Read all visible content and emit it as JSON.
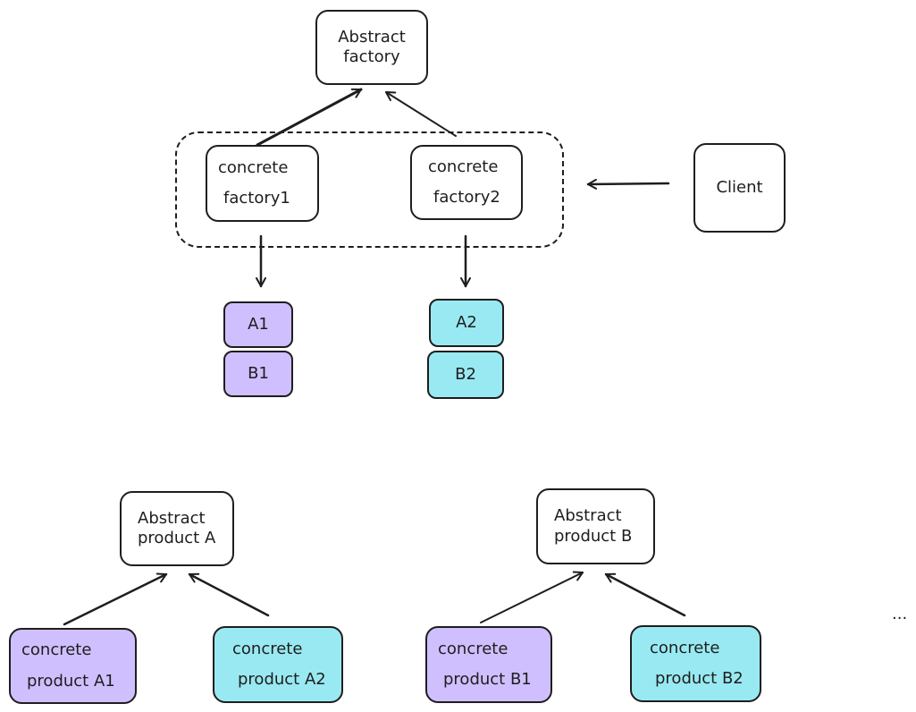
{
  "diagram": {
    "abstract_factory": [
      "Abstract",
      "factory"
    ],
    "factory_group": "",
    "concrete_factory1": [
      "concrete",
      "factory1"
    ],
    "concrete_factory2": [
      "concrete",
      "factory2"
    ],
    "client": "Client",
    "product_a1": "A1",
    "product_b1": "B1",
    "product_a2": "A2",
    "product_b2": "B2",
    "abstract_product_a": [
      "Abstract",
      "product A"
    ],
    "abstract_product_b": [
      "Abstract",
      "product B"
    ],
    "concrete_product_a1": [
      "concrete",
      "product A1"
    ],
    "concrete_product_a2": [
      "concrete",
      "product A2"
    ],
    "concrete_product_b1": [
      "concrete",
      "product B1"
    ],
    "concrete_product_b2": [
      "concrete",
      "product B2"
    ],
    "ellipsis": "..."
  },
  "colors": {
    "stroke": "#1e1e1e",
    "family1_fill": "#d0bfff",
    "family2_fill": "#99e9f2"
  }
}
